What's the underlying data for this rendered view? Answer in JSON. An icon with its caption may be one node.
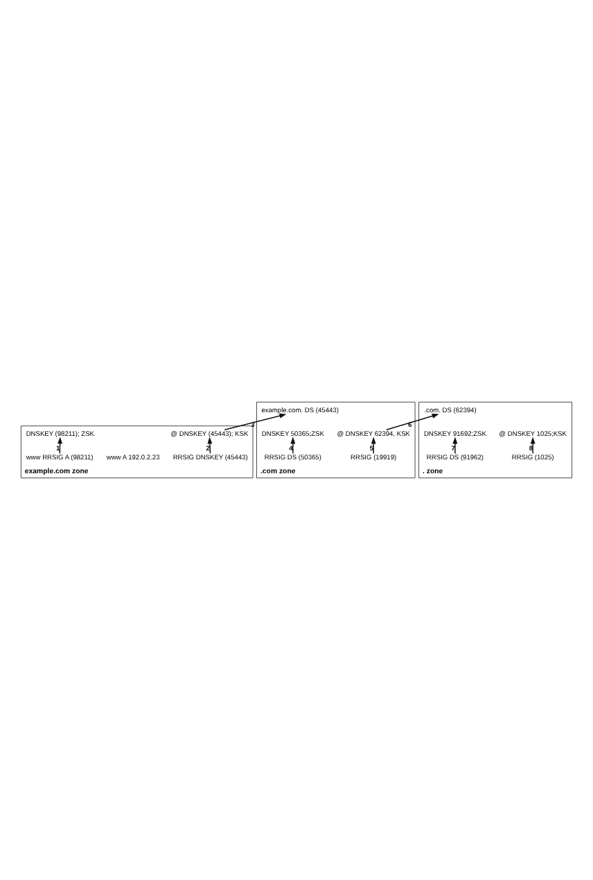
{
  "diagram": {
    "nodes": [
      {
        "text": [
          ". zone"
        ]
      },
      {
        "text": [
          "@ DNSKEY 1025;KSK"
        ],
        "in": 0
      },
      {
        "text": [
          "DNSKEY 91692;ZSK"
        ],
        "in": 0
      },
      {
        "text": [
          "RRSIG (1025)"
        ],
        "in": 0
      },
      {
        "text": [
          ".com. DS (62394)"
        ],
        "in": 0
      },
      {
        "text": [
          "RRSIG DS (91962)"
        ],
        "in": 0
      },
      {
        "text": [
          ".com zone"
        ]
      },
      {
        "text": [
          "@ DNSKEY 62394, KSK"
        ],
        "in": 6
      },
      {
        "text": [
          "DNSKEY 50365;ZSK"
        ],
        "in": 6
      },
      {
        "text": [
          "RRSIG (19919)"
        ],
        "in": 6
      },
      {
        "text": [
          "example.com. DS (45443)"
        ],
        "in": 6
      },
      {
        "text": [
          "RRSIG DS (50365)"
        ],
        "in": 6
      },
      {
        "text": [
          "example.com zone"
        ]
      },
      {
        "text": [
          "@ DNSKEY (45443); KSK"
        ],
        "in": 12
      },
      {
        "text": [
          "DNSKEY (98211); ZSK"
        ],
        "in": 12
      },
      {
        "text": [
          "RRSIG DNSKEY (45443)"
        ],
        "in": 12
      },
      {
        "text": [
          "www A 192.0.2.23"
        ],
        "in": 12
      },
      {
        "text": [
          "www RRSIG A (98211)"
        ],
        "in": 12
      }
    ],
    "edges": [
      {
        "from": 17,
        "to": 14,
        "arrow": "to",
        "label": "1"
      },
      {
        "from": 15,
        "to": 13,
        "arrow": "to",
        "label": "2"
      },
      {
        "from": 13,
        "to": 10,
        "arrow": "to",
        "label": "3"
      },
      {
        "from": 11,
        "to": 8,
        "arrow": "to",
        "label": "4"
      },
      {
        "from": 9,
        "to": 7,
        "arrow": "to",
        "label": "5"
      },
      {
        "from": 7,
        "to": 4,
        "arrow": "to",
        "label": "6"
      },
      {
        "from": 5,
        "to": 2,
        "arrow": "to",
        "label": "7"
      },
      {
        "from": 3,
        "to": 1,
        "arrow": "to",
        "label": "8"
      }
    ]
  }
}
